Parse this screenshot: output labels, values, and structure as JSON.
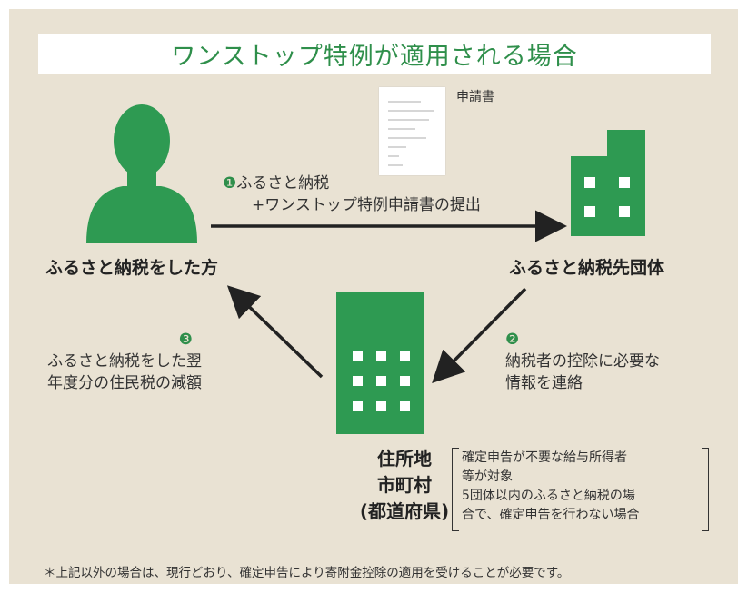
{
  "title": "ワンストップ特例が適用される場合",
  "application_form_label": "申請書",
  "nodes": {
    "person": "ふるさと納税をした方",
    "destination": "ふるさと納税先団体",
    "municipality_lines": [
      "住所地",
      "市町村",
      "(都道府県)"
    ]
  },
  "steps": {
    "step1": {
      "badge": "❶",
      "line1": "ふるさと納税",
      "line2": "+ワンストップ特例申請書の提出"
    },
    "step2": {
      "badge": "❷",
      "line1": "納税者の控除に必要な",
      "line2": "情報を連絡"
    },
    "step3": {
      "badge": "❸",
      "line1": "ふるさと納税をした翌",
      "line2": "年度分の住民税の減額"
    }
  },
  "target_conditions": [
    "確定申告が不要な給与所得者",
    "等が対象",
    "5団体以内のふるさと納税の場",
    "合で、確定申告を行わない場合"
  ],
  "footnote": "＊上記以外の場合は、現行どおり、確定申告により寄附金控除の適用を受けることが必要です。",
  "colors": {
    "background": "#e9e2d3",
    "accent_green": "#2f8f4b",
    "icon_green": "#2e9a52",
    "text": "#333333"
  },
  "icons": [
    "person-icon",
    "destination-building-icon",
    "municipality-building-icon",
    "application-form-icon"
  ]
}
